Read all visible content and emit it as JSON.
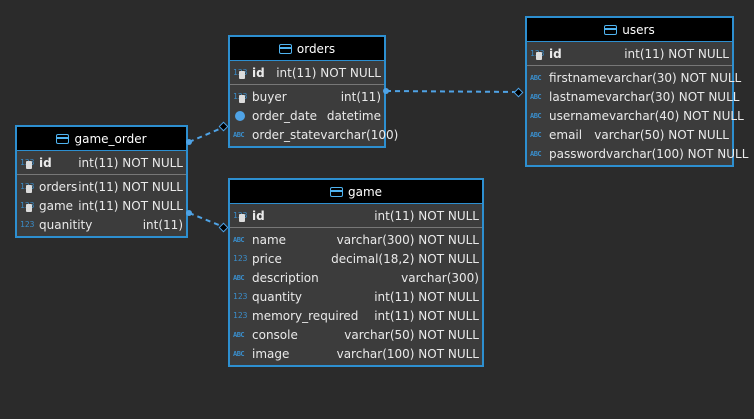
{
  "tables": {
    "orders": {
      "title": "orders",
      "pk": [
        {
          "name": "id",
          "type": "int(11) NOT NULL",
          "icon": "123"
        }
      ],
      "cols": [
        {
          "name": "buyer",
          "type": "int(11)",
          "icon": "123"
        },
        {
          "name": "order_date",
          "type": "datetime",
          "icon": "clock-icon"
        },
        {
          "name": "order_state",
          "type": "varchar(100)",
          "icon": "ABC"
        }
      ]
    },
    "users": {
      "title": "users",
      "pk": [
        {
          "name": "id",
          "type": "int(11) NOT NULL",
          "icon": "123"
        }
      ],
      "cols": [
        {
          "name": "firstname",
          "type": "varchar(30) NOT NULL",
          "icon": "ABC"
        },
        {
          "name": "lastname",
          "type": "varchar(30) NOT NULL",
          "icon": "ABC"
        },
        {
          "name": "username",
          "type": "varchar(40) NOT NULL",
          "icon": "ABC"
        },
        {
          "name": "email",
          "type": "varchar(50) NOT NULL",
          "icon": "ABC"
        },
        {
          "name": "password",
          "type": "varchar(100) NOT NULL",
          "icon": "ABC"
        }
      ]
    },
    "game_order": {
      "title": "game_order",
      "pk": [
        {
          "name": "id",
          "type": "int(11) NOT NULL",
          "icon": "123"
        }
      ],
      "cols": [
        {
          "name": "orders",
          "type": "int(11) NOT NULL",
          "icon": "123"
        },
        {
          "name": "game",
          "type": "int(11) NOT NULL",
          "icon": "123"
        },
        {
          "name": "quanitity",
          "type": "int(11)",
          "icon": "123"
        }
      ]
    },
    "game": {
      "title": "game",
      "pk": [
        {
          "name": "id",
          "type": "int(11) NOT NULL",
          "icon": "123"
        }
      ],
      "cols": [
        {
          "name": "name",
          "type": "varchar(300) NOT NULL",
          "icon": "ABC"
        },
        {
          "name": "price",
          "type": "decimal(18,2) NOT NULL",
          "icon": "123"
        },
        {
          "name": "description",
          "type": "varchar(300)",
          "icon": "ABC"
        },
        {
          "name": "quantity",
          "type": "int(11) NOT NULL",
          "icon": "123"
        },
        {
          "name": "memory_required",
          "type": "int(11) NOT NULL",
          "icon": "123"
        },
        {
          "name": "console",
          "type": "varchar(50) NOT NULL",
          "icon": "ABC"
        },
        {
          "name": "image",
          "type": "varchar(100) NOT NULL",
          "icon": "ABC"
        }
      ]
    }
  },
  "colors": {
    "background": "#2b2b2b",
    "table_border": "#2d8fd0",
    "header_bg": "#000000",
    "body_bg": "#3c3c3c",
    "link": "#4fa3e6"
  }
}
